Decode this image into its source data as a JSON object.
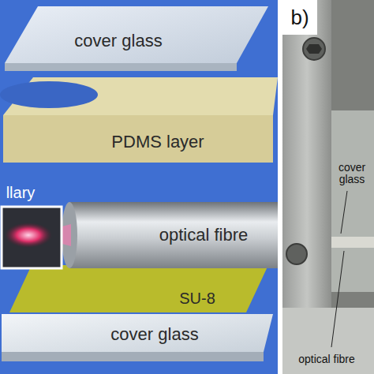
{
  "diagram": {
    "labels": [
      "cover glass",
      "PDMS layer",
      "llary",
      "optical fibre",
      "SU-8",
      "cover glass",
      "b)",
      "cover glass",
      "optical fibre"
    ]
  }
}
